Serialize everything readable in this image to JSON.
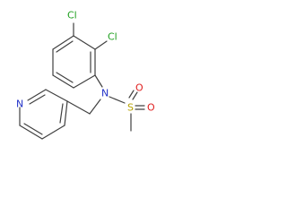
{
  "molecule": {
    "atoms": {
      "cl_top": {
        "symbol": "Cl",
        "color": "#1fa01f"
      },
      "cl_ortho": {
        "symbol": "Cl",
        "color": "#1fa01f"
      },
      "n_amine": {
        "symbol": "N",
        "color": "#2030c8"
      },
      "s_sulfonyl": {
        "symbol": "S",
        "color": "#b5a000"
      },
      "o_upper": {
        "symbol": "O",
        "color": "#e02020"
      },
      "o_lower": {
        "symbol": "O",
        "color": "#e02020"
      },
      "n_pyridine": {
        "symbol": "N",
        "color": "#2030c8"
      }
    },
    "bond_color": "#404040"
  }
}
